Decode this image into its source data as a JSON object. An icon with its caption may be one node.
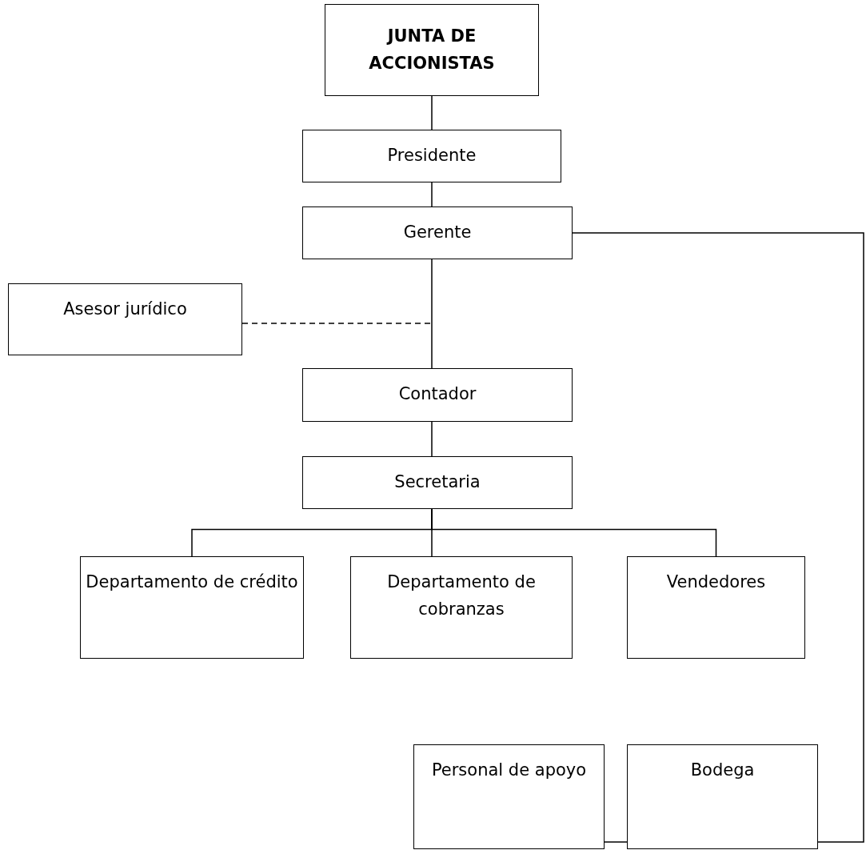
{
  "diagram": {
    "nodes": [
      {
        "text": [
          "JUNTA DE ACCIONISTAS"
        ]
      },
      {
        "text": [
          "Presidente"
        ]
      },
      {
        "text": [
          "Gerente"
        ]
      },
      {
        "text": [
          "Asesor jurídico"
        ]
      },
      {
        "text": [
          "Contador"
        ]
      },
      {
        "text": [
          "Secretaria"
        ]
      },
      {
        "text": [
          "Departamento de crédito"
        ]
      },
      {
        "text": [
          "Departamento de cobranzas"
        ]
      },
      {
        "text": [
          "Vendedores"
        ]
      },
      {
        "text": [
          "Personal de apoyo"
        ]
      },
      {
        "text": [
          "Bodega"
        ]
      }
    ],
    "edges": [
      {
        "from": 0,
        "to": 1,
        "arrow": "none"
      },
      {
        "from": 1,
        "to": 2,
        "arrow": "none"
      },
      {
        "from": 2,
        "to": 4,
        "arrow": "none"
      },
      {
        "from": 3,
        "to": null,
        "arrow": "none",
        "style": "dashed"
      },
      {
        "from": 4,
        "to": 5,
        "arrow": "none"
      },
      {
        "from": 5,
        "to": 6,
        "arrow": "none"
      },
      {
        "from": 5,
        "to": 7,
        "arrow": "none"
      },
      {
        "from": 5,
        "to": 8,
        "arrow": "none"
      },
      {
        "from": 2,
        "to": 10,
        "arrow": "none"
      },
      {
        "from": 9,
        "to": 10,
        "arrow": "none"
      }
    ]
  }
}
